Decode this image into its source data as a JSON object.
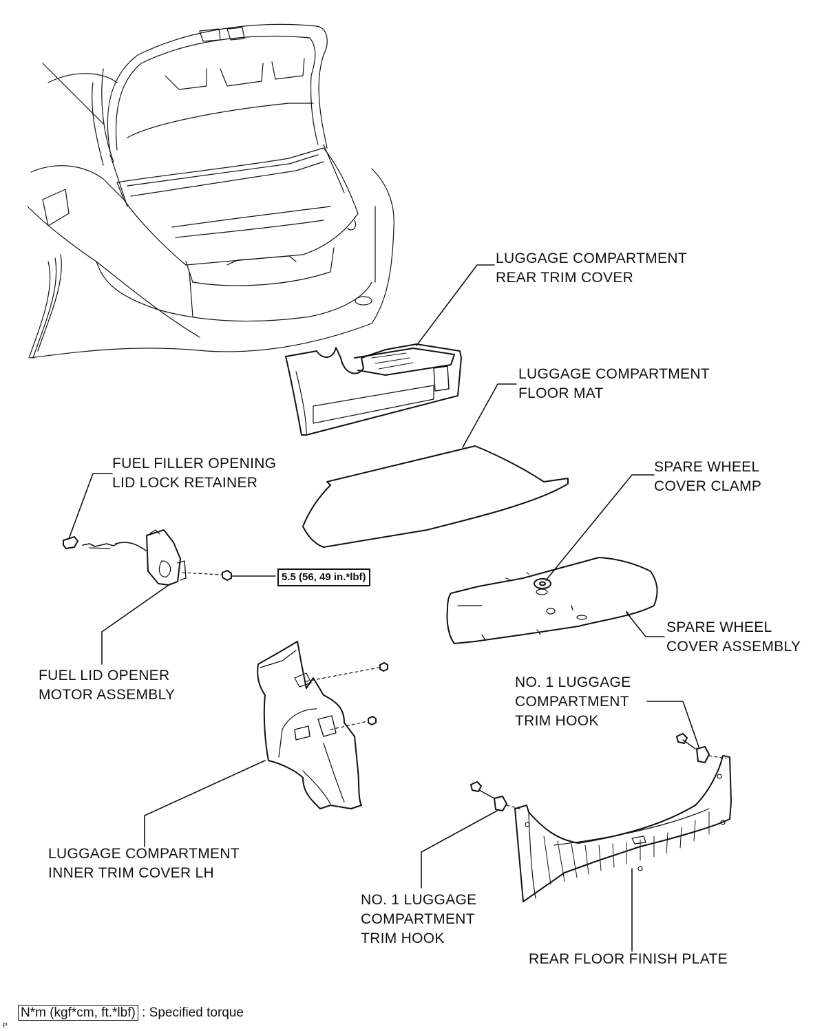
{
  "labels": {
    "rear_trim_cover": [
      "LUGGAGE COMPARTMENT",
      "REAR TRIM COVER"
    ],
    "floor_mat": [
      "LUGGAGE COMPARTMENT",
      "FLOOR MAT"
    ],
    "spare_wheel_clamp": [
      "SPARE WHEEL",
      "COVER CLAMP"
    ],
    "fuel_filler_retainer": [
      "FUEL FILLER OPENING",
      "LID LOCK RETAINER"
    ],
    "fuel_lid_motor": [
      "FUEL LID OPENER",
      "MOTOR ASSEMBLY"
    ],
    "spare_wheel_cover": [
      "SPARE WHEEL",
      "COVER ASSEMBLY"
    ],
    "trim_hook_right": [
      "NO. 1 LUGGAGE",
      "COMPARTMENT",
      "TRIM HOOK"
    ],
    "inner_trim_cover": [
      "LUGGAGE COMPARTMENT",
      "INNER TRIM COVER LH"
    ],
    "trim_hook_left": [
      "NO. 1 LUGGAGE",
      "COMPARTMENT",
      "TRIM HOOK"
    ],
    "rear_floor_plate": [
      "REAR FLOOR FINISH PLATE"
    ]
  },
  "torque_spec": "5.5 (56, 49 in.*lbf)",
  "legend": {
    "unit_box": "N*m (kgf*cm, ft.*lbf)",
    "text": ": Specified torque"
  },
  "figure_code": "P"
}
